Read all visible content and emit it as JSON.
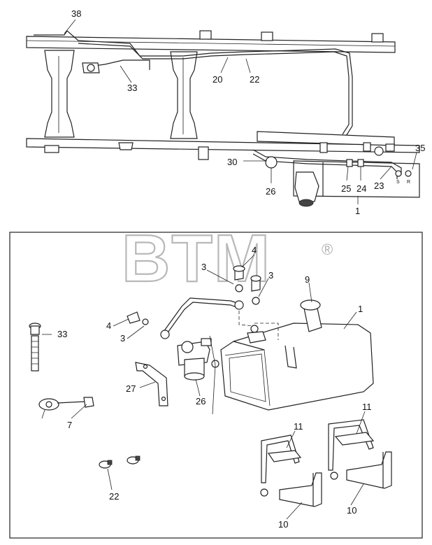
{
  "watermark": {
    "text": "BTM",
    "mark": "®"
  },
  "chassis_callouts": {
    "c38": "38",
    "c33": "33",
    "c20": "20",
    "c22": "22",
    "c35": "35",
    "c30": "30",
    "c26": "26",
    "c25": "25",
    "c24": "24",
    "c23": "23",
    "c1": "1",
    "port_s": "S",
    "port_r": "R"
  },
  "detail_callouts": {
    "c4a": "4",
    "c3a": "3",
    "c3b": "3",
    "c9": "9",
    "c1": "1",
    "c33": "33",
    "c4b": "4",
    "c3c": "3",
    "c27": "27",
    "c26": "26",
    "c7": "7",
    "c11a": "11",
    "c11b": "11",
    "c22": "22",
    "c10a": "10",
    "c10b": "10"
  }
}
